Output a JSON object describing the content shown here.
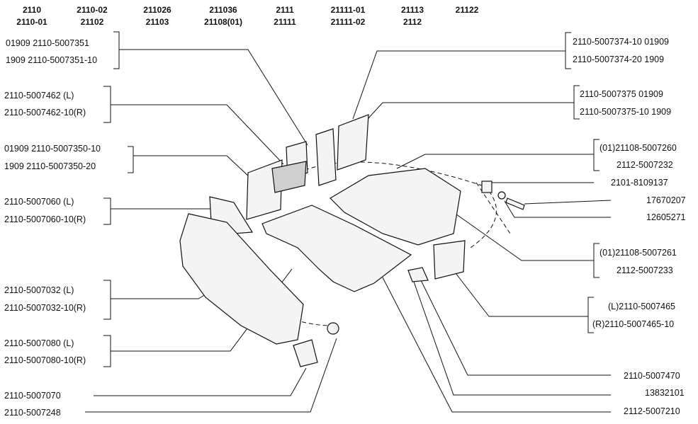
{
  "header": {
    "models": [
      {
        "top": "2110",
        "bottom": "2110-01"
      },
      {
        "top": "2110-02",
        "bottom": "21102"
      },
      {
        "top": "211026",
        "bottom": "21103"
      },
      {
        "top": "211036",
        "bottom": "21108(01)"
      },
      {
        "top": "2111",
        "bottom": "21111"
      },
      {
        "top": "21111-01",
        "bottom": "21111-02"
      },
      {
        "top": "21113",
        "bottom": "2112"
      },
      {
        "top": "21122",
        "bottom": ""
      }
    ]
  },
  "left_labels": {
    "l1a": "01909  2110-5007351",
    "l1b": "1909  2110-5007351-10",
    "l2a": "2110-5007462   (L)",
    "l2b": "2110-5007462-10(R)",
    "l3a": "01909  2110-5007350-10",
    "l3b": "1909   2110-5007350-20",
    "l4a": "2110-5007060   (L)",
    "l4b": "2110-5007060-10(R)",
    "l5a": "2110-5007032   (L)",
    "l5b": "2110-5007032-10(R)",
    "l6a": "2110-5007080   (L)",
    "l6b": "2110-5007080-10(R)",
    "l7": "2110-5007070",
    "l8": "2110-5007248"
  },
  "right_labels": {
    "r1a": "2110-5007374-10  01909",
    "r1b": "2110-5007374-20   1909",
    "r2a": "2110-5007375    01909",
    "r2b": "2110-5007375-10  1909",
    "r3a": "(01)21108-5007260",
    "r3b": "2112-5007232",
    "r4": "2101-8109137",
    "r5": "17670207",
    "r6": "12605271",
    "r7a": "(01)21108-5007261",
    "r7b": "2112-5007233",
    "r8a": "(L)2110-5007465",
    "r8b": "(R)2110-5007465-10",
    "r9": "2110-5007470",
    "r10": "13832101",
    "r11": "2112-5007210"
  }
}
